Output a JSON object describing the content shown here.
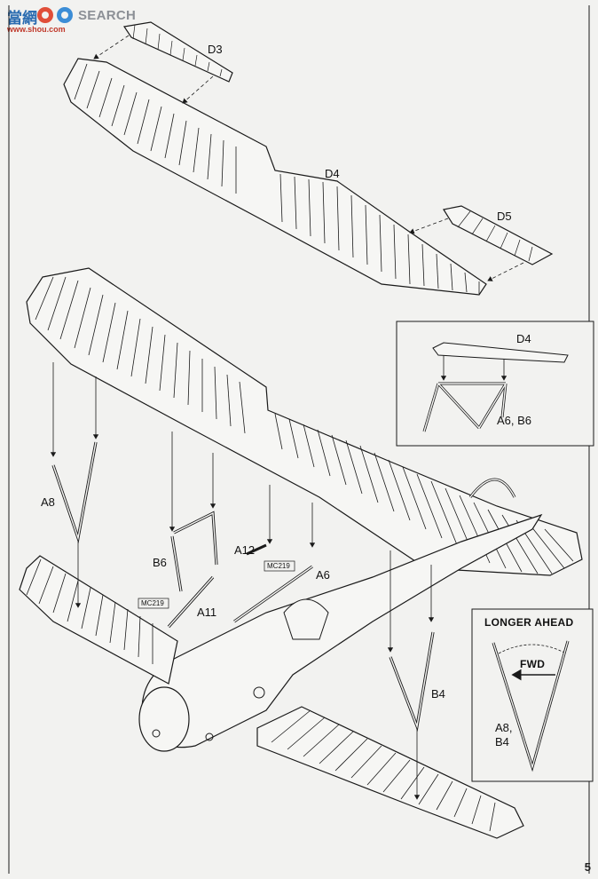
{
  "watermark": {
    "brand": "SEARCH",
    "hanzi": "當網",
    "url": "www.shou.com"
  },
  "page_number": "5",
  "labels": {
    "d3": "D3",
    "d4": "D4",
    "d5": "D5",
    "a8": "A8",
    "b6": "B6",
    "a12": "A12",
    "a6": "A6",
    "a11": "A11",
    "b4": "B4",
    "mc219_a": "MC219",
    "mc219_b": "MC219"
  },
  "inset_cabane": {
    "part_top": "D4",
    "parts_struts": "A6, B6"
  },
  "inset_struts": {
    "title": "LONGER AHEAD",
    "direction": "FWD",
    "parts_line1": "A8,",
    "parts_line2": "B4"
  },
  "colors": {
    "line": "#1a1a1a",
    "paper": "#f2f2f0",
    "wing_fill": "#f6f6f4"
  }
}
